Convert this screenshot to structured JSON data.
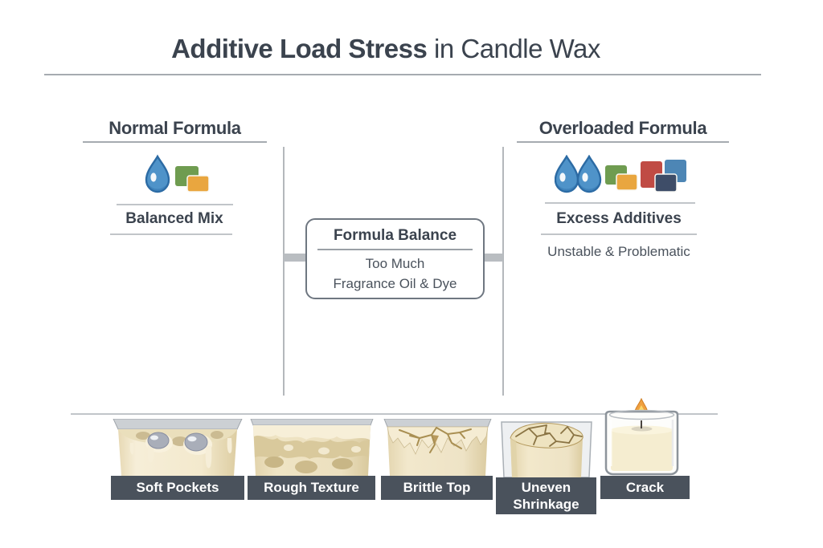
{
  "title": {
    "emphasis": "Additive Load Stress",
    "suffix": "in Candle Wax"
  },
  "columns": {
    "normal": {
      "heading": "Normal Formula",
      "caption": "Balanced Mix",
      "icons": [
        "water-drop",
        "green-dye-block",
        "orange-dye-block"
      ]
    },
    "overloaded": {
      "heading": "Overloaded Formula",
      "caption": "Excess Additives",
      "subcaption": "Unstable & Problematic",
      "icons": [
        "water-drop",
        "water-drop",
        "green-dye-block",
        "orange-dye-block",
        "red-dye-block",
        "navy-dye-block",
        "blue-dye-block"
      ]
    }
  },
  "center_box": {
    "heading": "Formula Balance",
    "line1": "Too Much",
    "line2": "Fragrance Oil & Dye"
  },
  "defects": [
    {
      "label": "Soft Pockets",
      "illustration": "candle-with-soft-wet-pockets"
    },
    {
      "label": "Rough Texture",
      "illustration": "candle-with-rough-mottled-surface"
    },
    {
      "label": "Brittle Top",
      "illustration": "candle-with-cracked-brittle-top"
    },
    {
      "label": "Uneven Shrinkage",
      "illustration": "candle-with-sunken-cracked-top"
    },
    {
      "label": "Crack",
      "illustration": "lit-container-candle-with-flame"
    }
  ],
  "colors": {
    "heading_text": "#3b434e",
    "body_text": "#4a525c",
    "title_rule": "#a6abb0",
    "soft_rule": "#c1c5c9",
    "divider": "#b4b8bc",
    "connector": "#b9bdc1",
    "box_border": "#6f7781",
    "defect_label_bg": "#4a525c",
    "defect_label_text": "#ffffff",
    "drop_blue": "#4f93c9",
    "drop_outline": "#2c6ba4",
    "dye_green": "#6f9c50",
    "dye_orange": "#e9a63f",
    "dye_red": "#c04b44",
    "dye_navy": "#3e4d68",
    "dye_blue": "#4d86b5",
    "wax_cream": "#f2e8cc"
  }
}
